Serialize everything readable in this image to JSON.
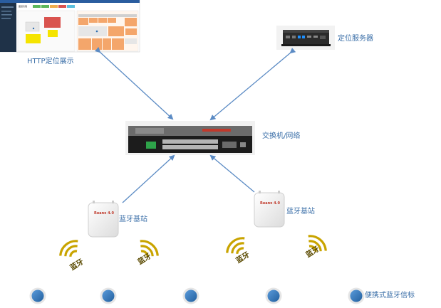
{
  "labels": {
    "http_display": "HTTP定位展示",
    "server": "定位服务器",
    "switch": "交换机/网络",
    "base_station_left": "蓝牙基站",
    "base_station_right": "蓝牙基站",
    "beacon": "便携式蓝牙信标",
    "bt": [
      "蓝牙",
      "蓝牙",
      "蓝牙",
      "蓝牙"
    ]
  },
  "device_brand": "Reanx 4.0",
  "dashboard": {
    "title": "图层管理",
    "floor_label": "楼层展示"
  },
  "colors": {
    "line": "#3b6fa8",
    "arrow": "#5b8bc4",
    "beacon": "#2f6fb0",
    "signal": "#c9a400",
    "orange": "#f4a66b",
    "red": "#d9534f",
    "yellow": "#f5e400"
  }
}
